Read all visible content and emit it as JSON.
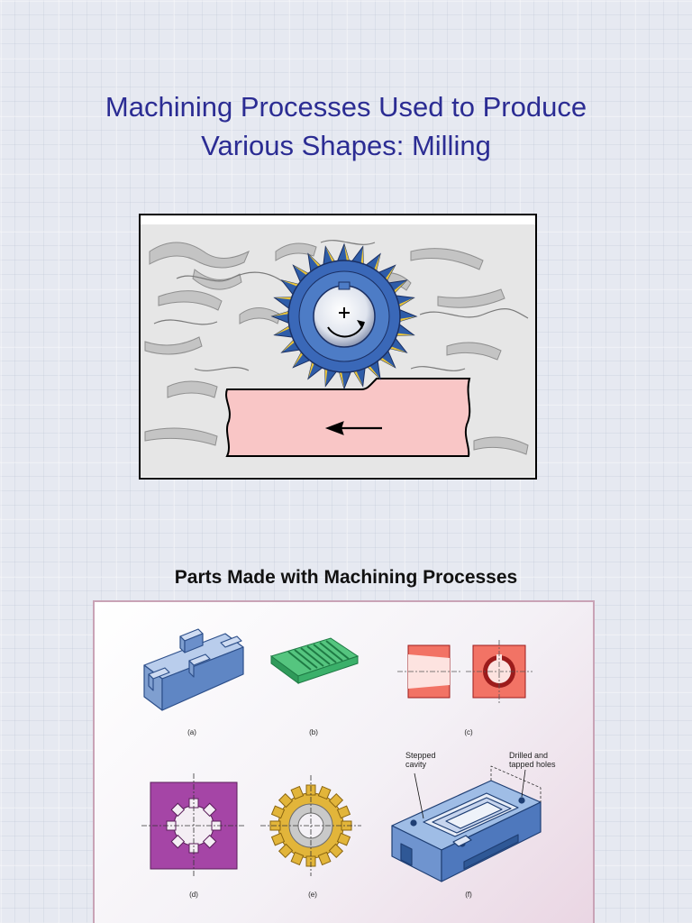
{
  "slide1": {
    "title_line1": "Machining Processes Used to Produce",
    "title_line2": "Various Shapes: Milling"
  },
  "slide2": {
    "title": "Parts Made with Machining Processes",
    "captions": {
      "a": "(a)",
      "b": "(b)",
      "c": "(c)",
      "d": "(d)",
      "e": "(e)",
      "f": "(f)"
    },
    "annotations": {
      "stepped_line1": "Stepped",
      "stepped_line2": "cavity",
      "drilled_line1": "Drilled and",
      "drilled_line2": "tapped holes"
    }
  },
  "colors": {
    "title_blue": "#2b2c93",
    "cutter_blue": "#3a68b8",
    "tooth_yellow": "#e8c33a",
    "workpiece_pink": "#f9c6c6",
    "part_blue": "#8eb0de",
    "part_green": "#3fb26b",
    "part_red": "#f27365",
    "part_purple": "#a545a6",
    "gear_gold": "#e2b53a"
  },
  "icons": [
    "milling-cutter",
    "workpiece-arrow"
  ]
}
